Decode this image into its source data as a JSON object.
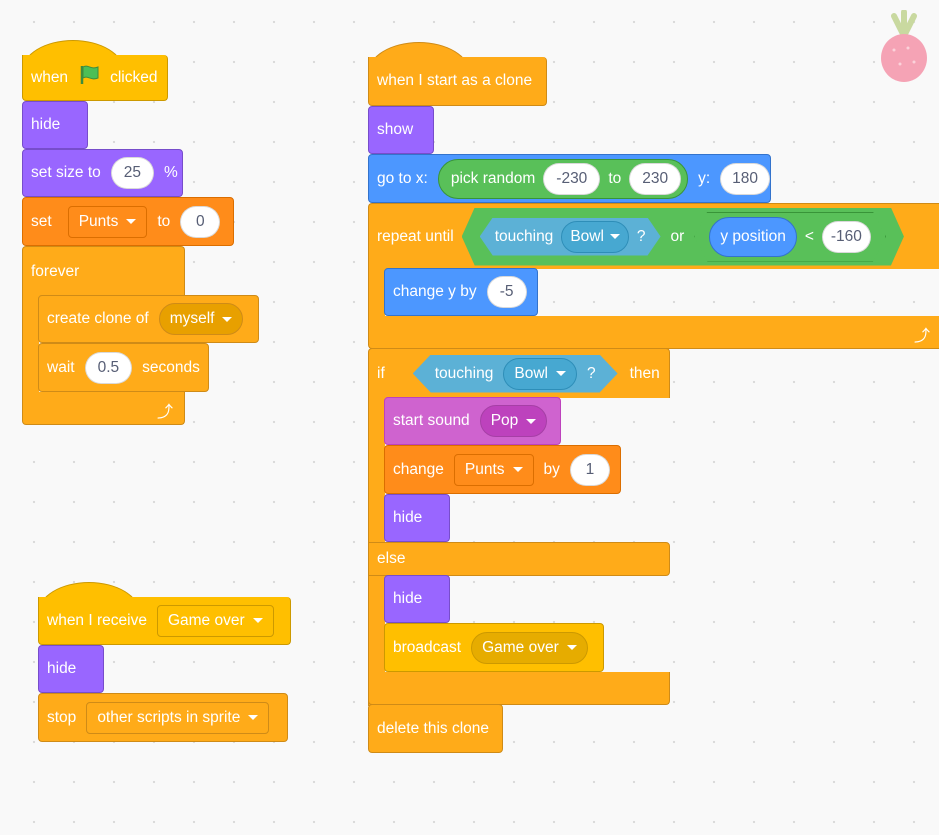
{
  "script_flag": {
    "hat": {
      "when": "when",
      "clicked": "clicked"
    },
    "hide": "hide",
    "set_size": {
      "label": "set size to",
      "value": "25",
      "unit": "%"
    },
    "set_var": {
      "label": "set",
      "variable": "Punts",
      "to": "to",
      "value": "0"
    },
    "forever": "forever",
    "create_clone": {
      "label": "create clone of",
      "target": "myself"
    },
    "wait": {
      "label": "wait",
      "value": "0.5",
      "unit": "seconds"
    }
  },
  "script_receive": {
    "hat": {
      "label": "when I receive",
      "message": "Game over"
    },
    "hide": "hide",
    "stop": {
      "label": "stop",
      "option": "other scripts in sprite"
    }
  },
  "script_clone": {
    "hat": "when I start as a clone",
    "show": "show",
    "goto": {
      "label": "go to x:",
      "random": "pick random",
      "from": "-230",
      "to_label": "to",
      "to": "230",
      "y_label": "y:",
      "y": "180"
    },
    "repeat_until": {
      "label": "repeat until",
      "touching": "touching",
      "object": "Bowl",
      "q": "?",
      "or": "or",
      "ypos": "y position",
      "lt": "<",
      "value": "-160"
    },
    "change_y": {
      "label": "change y by",
      "value": "-5"
    },
    "if": {
      "label": "if",
      "touching": "touching",
      "object": "Bowl",
      "q": "?",
      "then": "then"
    },
    "start_sound": {
      "label": "start sound",
      "sound": "Pop"
    },
    "change_var": {
      "label": "change",
      "variable": "Punts",
      "by": "by",
      "value": "1"
    },
    "hide1": "hide",
    "else": "else",
    "hide2": "hide",
    "broadcast": {
      "label": "broadcast",
      "message": "Game over"
    },
    "delete": "delete this clone"
  },
  "colors": {
    "events": "#FFBF00",
    "looks": "#9966FF",
    "variables": "#FF8C1A",
    "control": "#FFAB19",
    "motion": "#4C97FF",
    "operators": "#59C059",
    "sensing": "#5CB1D6",
    "sound": "#CF63CF"
  }
}
